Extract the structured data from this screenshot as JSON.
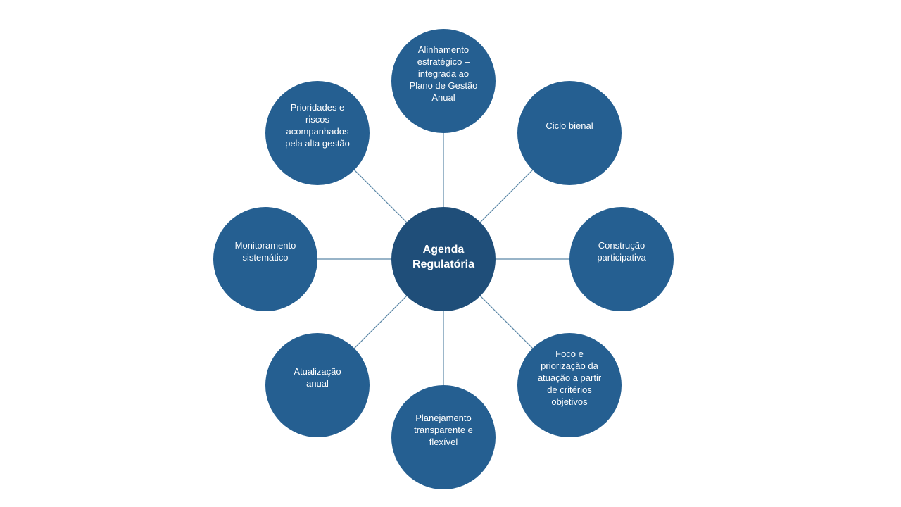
{
  "colors": {
    "node": "#255f91",
    "center": "#1f4e79",
    "connector": "#5b87a6"
  },
  "center": {
    "lines": [
      "Agenda",
      "Regulatória"
    ]
  },
  "nodes": [
    {
      "lines": [
        "Alinhamento",
        "estratégico –",
        "integrada ao",
        "Plano de Gestão",
        "Anual"
      ]
    },
    {
      "lines": [
        "Ciclo bienal"
      ]
    },
    {
      "lines": [
        "Construção",
        "participativa"
      ]
    },
    {
      "lines": [
        "Foco e",
        "priorização da",
        "atuação a partir",
        "de critérios",
        "objetivos"
      ]
    },
    {
      "lines": [
        "Planejamento",
        "transparente e",
        "flexível"
      ]
    },
    {
      "lines": [
        "Atualização",
        "anual"
      ]
    },
    {
      "lines": [
        "Monitoramento",
        "sistemático"
      ]
    },
    {
      "lines": [
        "Prioridades e",
        "riscos",
        "acompanhados",
        "pela alta gestão"
      ]
    }
  ]
}
